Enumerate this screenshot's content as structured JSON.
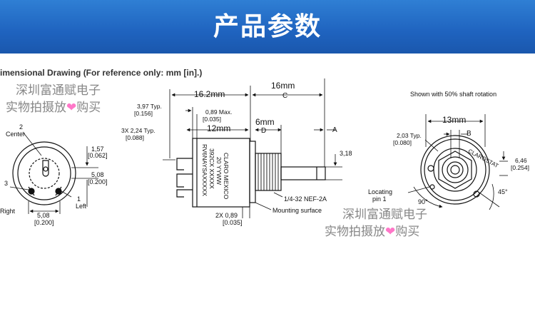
{
  "banner": {
    "title": "产品参数"
  },
  "heading": "imensional Drawing (For reference only: mm [in].)",
  "watermark": {
    "line1": "深圳富通赋电子",
    "line2a": "实物拍摄放",
    "heart": "❤",
    "line2b": "购买"
  },
  "note": "Shown with 50% shaft rotation",
  "front": {
    "center_num": "2",
    "center_label": "Center",
    "dim_157": "1,57",
    "dim_157_in": "[0.062]",
    "dim_508": "5,08",
    "dim_508_in": "[0.200]",
    "dim_508b": "5,08",
    "dim_508b_in": "[0.200]",
    "right_num": "3",
    "right_label": "Right",
    "left_num": "1",
    "left_label": "Left"
  },
  "side": {
    "dim_162": "16.2mm",
    "dim_16": "16mm",
    "letter_c": "C",
    "dim_397": "3,97 Typ.",
    "dim_397_in": "[0.156]",
    "dim_089": "0,89 Max.",
    "dim_089_in": "[0.035]",
    "dim_224": "3X 2,24 Typ.",
    "dim_224_in": "[0.088]",
    "dim_12": "12mm",
    "dim_6": "6mm",
    "letter_d": "D",
    "letter_a": "A",
    "dim_318": "3,18",
    "body_text": [
      "RV6NAYSAXXXXX",
      "392CX XXXXX",
      "20 YYWW",
      "CLARO MEXICO"
    ],
    "thread": "1/4-32 NEF-2A",
    "mounting": "Mounting surface",
    "dim_2x089": "2X 0,89",
    "dim_2x089_in": "[0.035]"
  },
  "rear": {
    "dim_13": "13mm",
    "letter_b": "B",
    "dim_203": "2,03 Typ.",
    "dim_203_in": "[0.080]",
    "dim_646": "6,46",
    "dim_646_in": "[0.254]",
    "locating": "Locating",
    "pin1": "pin 1",
    "deg90": "90°",
    "deg45": "45°",
    "ring_text": "CLAROSTAT"
  }
}
